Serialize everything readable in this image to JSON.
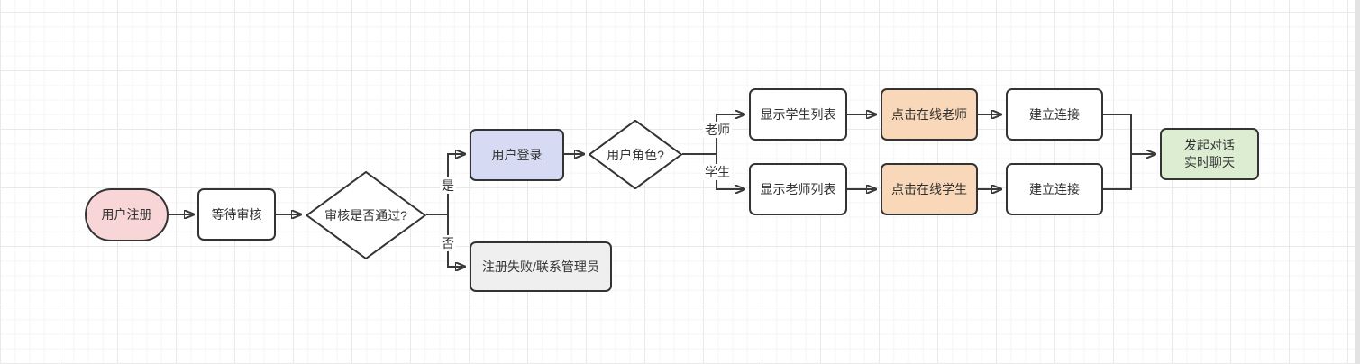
{
  "canvas": {
    "background_color": "#ffffff",
    "grid_minor_color": "#f5f5f5",
    "grid_major_color": "#e9e9e9",
    "stroke_color": "#333333",
    "text_color": "#333333"
  },
  "colors": {
    "pink": "#f8d6d7",
    "lavender": "#d7daf3",
    "orange": "#f8d8b8",
    "green": "#dcedd2",
    "gray": "#efefef"
  },
  "flowchart": {
    "nodes": [
      {
        "id": "register",
        "type": "terminator",
        "label": "用户注册",
        "fill": "#f8d6d7"
      },
      {
        "id": "wait-review",
        "type": "process",
        "label": "等待审核",
        "fill": "#ffffff"
      },
      {
        "id": "review-pass",
        "type": "decision",
        "label": "审核是否通过?",
        "fill": "#ffffff"
      },
      {
        "id": "login",
        "type": "process",
        "label": "用户登录",
        "fill": "#d7daf3"
      },
      {
        "id": "fail",
        "type": "process",
        "label": "注册失败/联系管理员",
        "fill": "#efefef"
      },
      {
        "id": "role",
        "type": "decision",
        "label": "用户角色?",
        "fill": "#ffffff"
      },
      {
        "id": "student-list",
        "type": "process",
        "label": "显示学生列表",
        "fill": "#ffffff"
      },
      {
        "id": "click-teacher",
        "type": "process",
        "label": "点击在线老师",
        "fill": "#f8d8b8"
      },
      {
        "id": "connect-top",
        "type": "process",
        "label": "建立连接",
        "fill": "#ffffff"
      },
      {
        "id": "teacher-list",
        "type": "process",
        "label": "显示老师列表",
        "fill": "#ffffff"
      },
      {
        "id": "click-student",
        "type": "process",
        "label": "点击在线学生",
        "fill": "#f8d8b8"
      },
      {
        "id": "connect-bottom",
        "type": "process",
        "label": "建立连接",
        "fill": "#ffffff"
      },
      {
        "id": "chat",
        "type": "process",
        "label": "发起对话\n实时聊天",
        "fill": "#dcedd2"
      }
    ],
    "edge_labels": {
      "yes": "是",
      "no": "否",
      "teacher": "老师",
      "student": "学生"
    }
  }
}
